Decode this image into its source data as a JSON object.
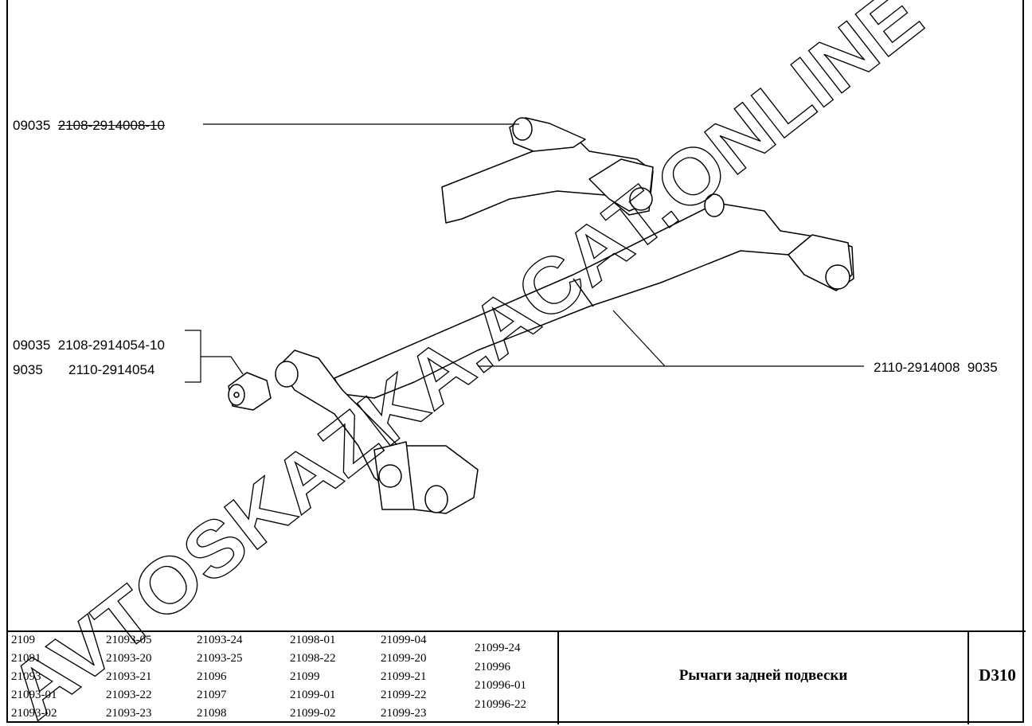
{
  "callouts": {
    "top": {
      "prefix": "09035",
      "part": "2108-2914008-10"
    },
    "bushing": [
      {
        "prefix": "09035",
        "part": "2108-2914054-10"
      },
      {
        "prefix": "9035",
        "part": "2110-2914054"
      }
    ],
    "beam": {
      "part": "2110-2914008",
      "suffix": "9035"
    }
  },
  "models": [
    [
      "2109",
      "21091",
      "21093",
      "21093-01",
      "21093-02"
    ],
    [
      "21093-05",
      "21093-20",
      "21093-21",
      "21093-22",
      "21093-23"
    ],
    [
      "21093-24",
      "21093-25",
      "21096",
      "21097",
      "21098"
    ],
    [
      "21098-01",
      "21098-22",
      "21099",
      "21099-01",
      "21099-02"
    ],
    [
      "21099-04",
      "21099-20",
      "21099-21",
      "21099-22",
      "21099-23"
    ],
    [
      "21099-24",
      "210996",
      "210996-01",
      "210996-22"
    ]
  ],
  "title": "Рычаги задней подвески",
  "code": "D310",
  "watermark": "AVTOSKAZKA.ACAT.ONLINE"
}
